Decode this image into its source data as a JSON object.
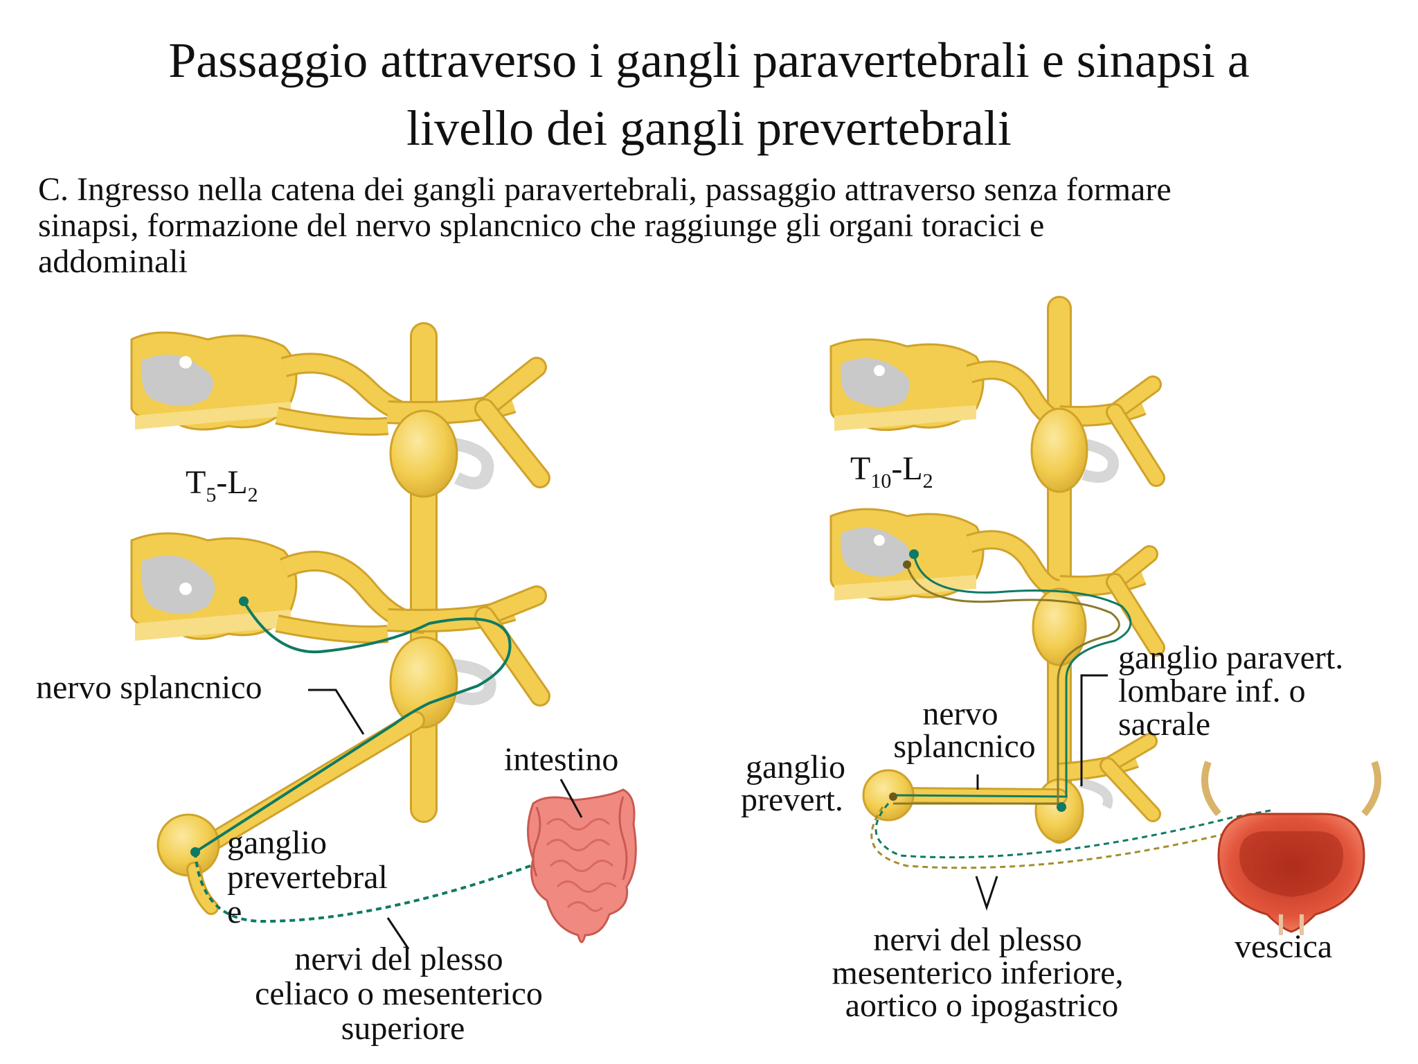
{
  "title": {
    "line1": "Passaggio attraverso i gangli paravertebrali e sinapsi a",
    "line2": "livello dei gangli prevertebrali"
  },
  "subtitle": {
    "line1": "C. Ingresso nella catena dei gangli paravertebrali, passaggio attraverso senza formare",
    "line2": "sinapsi, formazione del nervo splancnico che raggiunge gli organi toracici e",
    "line3": "addominali"
  },
  "left_panel": {
    "segment": {
      "main": "T",
      "sub1": "5",
      "sep": "-L",
      "sub2": "2"
    },
    "nerve_label": "nervo splancnico",
    "ganglion_label": {
      "line1": "ganglio",
      "line2": "prevertebral",
      "line3": "e"
    },
    "organ_label": "intestino",
    "plexus_label": {
      "line1": "nervi del plesso",
      "line2": "celiaco o mesenterico",
      "line3": "superiore"
    }
  },
  "right_panel": {
    "segment": {
      "main": "T",
      "sub1": "10",
      "sep": "-L",
      "sub2": "2"
    },
    "paravert_label": {
      "line1": "ganglio paravert.",
      "line2": "lombare inf. o",
      "line3": "sacrale"
    },
    "nerve_label": {
      "line1": "nervo",
      "line2": "splancnico"
    },
    "ganglion_label": {
      "line1": "ganglio",
      "line2": "prevert."
    },
    "organ_label": "vescica",
    "plexus_label": {
      "line1": "nervi del plesso",
      "line2": "mesenterico inferiore,",
      "line3": "aortico o ipogastrico"
    }
  },
  "colors": {
    "nerve_yellow": "#f2cd4f",
    "nerve_outline": "#cfa22a",
    "grey_matter": "#c9c9c9",
    "fiber_green": "#0f7a63",
    "intestine": "#f08a80",
    "bladder": "#e2553c"
  }
}
